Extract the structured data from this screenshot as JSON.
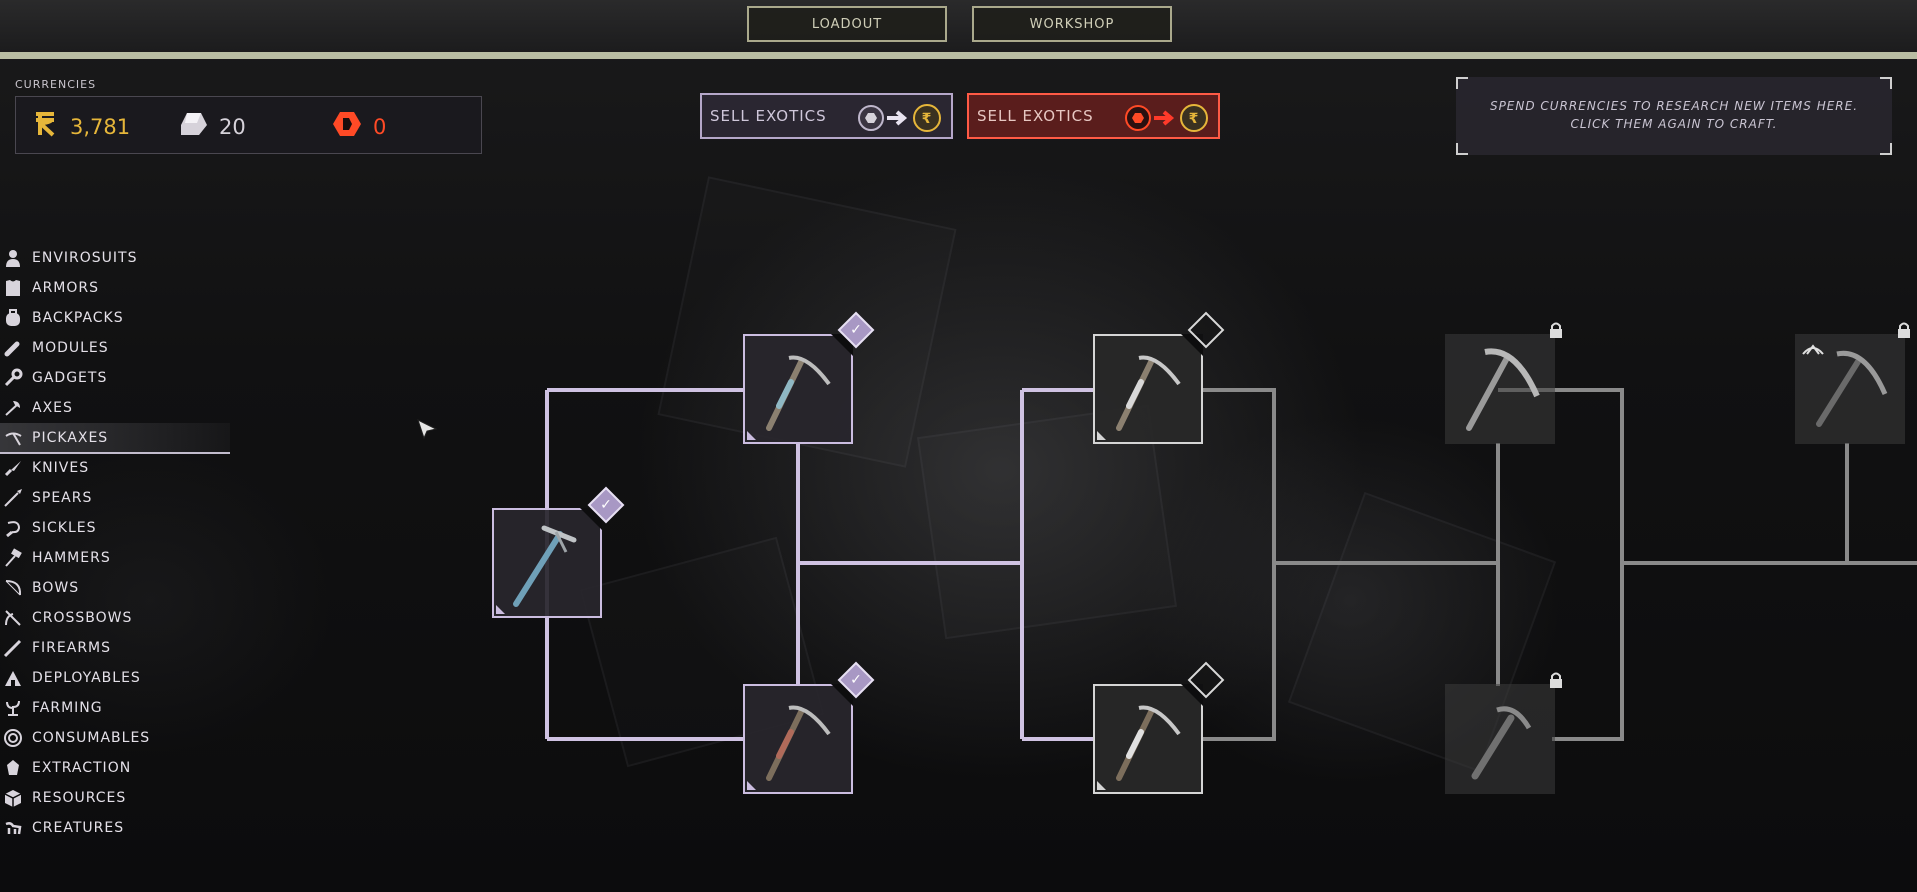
{
  "topbar": {
    "loadout": "LOADOUT",
    "workshop": "WORKSHOP"
  },
  "currencies": {
    "label": "CURRENCIES",
    "items": [
      {
        "icon": "ren-currency-icon",
        "value": "3,781",
        "color": "#e6b63a"
      },
      {
        "icon": "research-crystal-icon",
        "value": "20",
        "color": "#d6d2da"
      },
      {
        "icon": "exotic-currency-icon",
        "value": "0",
        "color": "#ff4a26"
      }
    ]
  },
  "sell": [
    {
      "label": "SELL EXOTICS",
      "state": "normal"
    },
    {
      "label": "SELL EXOTICS",
      "state": "highlighted"
    }
  ],
  "tooltip": "SPEND CURRENCIES TO RESEARCH NEW ITEMS HERE. CLICK THEM AGAIN TO CRAFT.",
  "sidebar": {
    "active": "PICKAXES",
    "items": [
      {
        "label": "ENVIROSUITS",
        "icon": "envirosuit-icon"
      },
      {
        "label": "ARMORS",
        "icon": "armor-icon"
      },
      {
        "label": "BACKPACKS",
        "icon": "backpack-icon"
      },
      {
        "label": "MODULES",
        "icon": "module-icon"
      },
      {
        "label": "GADGETS",
        "icon": "gadget-icon"
      },
      {
        "label": "AXES",
        "icon": "axe-icon"
      },
      {
        "label": "PICKAXES",
        "icon": "pickaxe-icon"
      },
      {
        "label": "KNIVES",
        "icon": "knife-icon"
      },
      {
        "label": "SPEARS",
        "icon": "spear-icon"
      },
      {
        "label": "SICKLES",
        "icon": "sickle-icon"
      },
      {
        "label": "HAMMERS",
        "icon": "hammer-icon"
      },
      {
        "label": "BOWS",
        "icon": "bow-icon"
      },
      {
        "label": "CROSSBOWS",
        "icon": "crossbow-icon"
      },
      {
        "label": "FIREARMS",
        "icon": "firearm-icon"
      },
      {
        "label": "DEPLOYABLES",
        "icon": "deployable-icon"
      },
      {
        "label": "FARMING",
        "icon": "farming-icon"
      },
      {
        "label": "CONSUMABLES",
        "icon": "consumable-icon"
      },
      {
        "label": "EXTRACTION",
        "icon": "extraction-icon"
      },
      {
        "label": "RESOURCES",
        "icon": "resource-icon"
      },
      {
        "label": "CREATURES",
        "icon": "creature-icon"
      }
    ]
  },
  "tree": {
    "nodes": [
      {
        "id": "t1",
        "state": "researched",
        "icon": "tier1-pickaxe-icon"
      },
      {
        "id": "t2a",
        "state": "researched",
        "icon": "tier2-pickaxe-icon"
      },
      {
        "id": "t2b",
        "state": "researched",
        "icon": "tier2-pickaxe-alt-icon"
      },
      {
        "id": "t3a",
        "state": "available",
        "icon": "tier3-pickaxe-icon"
      },
      {
        "id": "t3b",
        "state": "available",
        "icon": "tier3-pickaxe-alt-icon"
      },
      {
        "id": "t4a",
        "state": "locked",
        "icon": "tier4-pickaxe-icon"
      },
      {
        "id": "t4b",
        "state": "locked",
        "icon": "tier4-pickaxe-alt-icon"
      },
      {
        "id": "t5",
        "state": "locked",
        "icon": "tier5-pickaxe-icon"
      }
    ]
  }
}
